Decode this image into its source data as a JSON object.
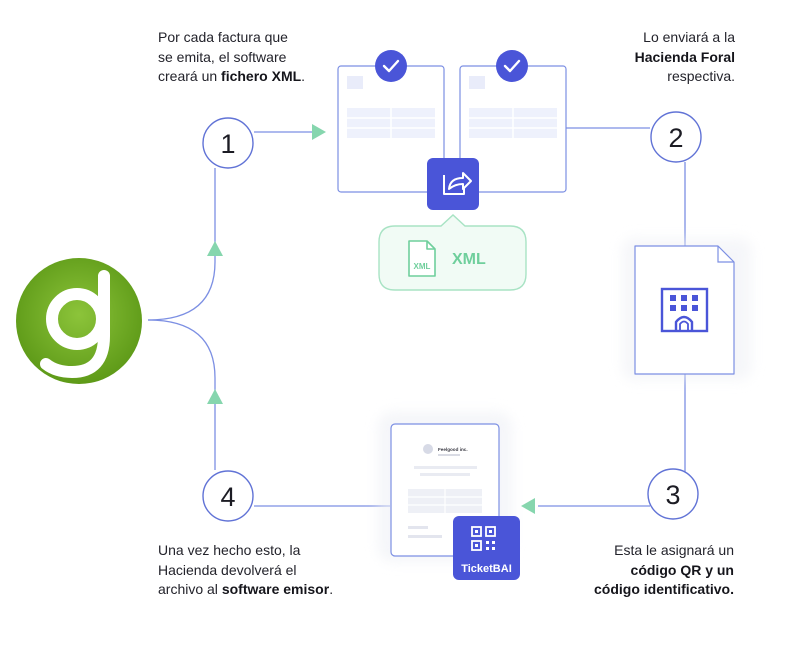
{
  "colors": {
    "line": "#7c8fe3",
    "arrow": "#86d6ae",
    "accent": "#4a55d8",
    "xml_green": "#6fcf9c",
    "logo_green": "#6ea820",
    "circle_border": "#6173d6"
  },
  "steps": [
    {
      "number": "1"
    },
    {
      "number": "2"
    },
    {
      "number": "3"
    },
    {
      "number": "4"
    }
  ],
  "texts": {
    "step1": {
      "pre": "Por cada factura que",
      "line2": "se emita, el software",
      "pre3": "creará un ",
      "bold": "fichero XML",
      "post": "."
    },
    "step2": {
      "line1": "Lo enviará a la",
      "bold": "Hacienda Foral",
      "line3": "respectiva."
    },
    "step3": {
      "line1": "Esta le asignará un",
      "bold1": "código QR y un",
      "bold2": "código identificativo."
    },
    "step4": {
      "line1": "Una vez hecho esto, la",
      "line2": "Hacienda devolverá el",
      "pre3": "archivo al ",
      "bold": "software emisor",
      "post": "."
    }
  },
  "xml_badge": {
    "label": "XML",
    "file_label": "XML"
  },
  "receipt": {
    "company": "Feelgood inc.",
    "badge_label": "TicketBAI"
  },
  "icons": {
    "check": "check-icon",
    "share": "share-icon",
    "xml_file": "xml-file-icon",
    "building": "building-icon",
    "qr": "qr-code-icon",
    "logo": "g-logo"
  }
}
